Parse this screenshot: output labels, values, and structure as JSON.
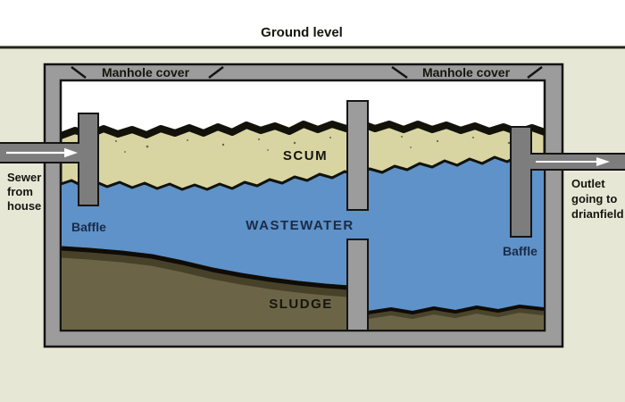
{
  "title": {
    "ground_level": "Ground level"
  },
  "tank": {
    "manhole_left": "Manhole cover",
    "manhole_right": "Manhole cover",
    "layers": {
      "scum": "SCUM",
      "wastewater": "WASTEWATER",
      "sludge": "SLUDGE"
    },
    "baffle_left": "Baffle",
    "baffle_right": "Baffle"
  },
  "pipes": {
    "inlet": [
      "Sewer",
      "from",
      "house"
    ],
    "outlet": [
      "Outlet",
      "going to",
      "drianfield"
    ]
  },
  "icons": {
    "inlet_arrow": "flow-arrow-right-icon",
    "outlet_arrow": "flow-arrow-right-icon"
  },
  "colors": {
    "background": "#e7e7d5",
    "air_white": "#ffffff",
    "tank_wall_gray": "#9c9c9c",
    "pipe_gray": "#7d7d7d",
    "scum_khaki": "#d9d5a3",
    "wastewater_blue": "#5e92c8",
    "sludge_olive": "#6b6446",
    "outline_black": "#141414",
    "label_navy": "#1b2b47"
  }
}
